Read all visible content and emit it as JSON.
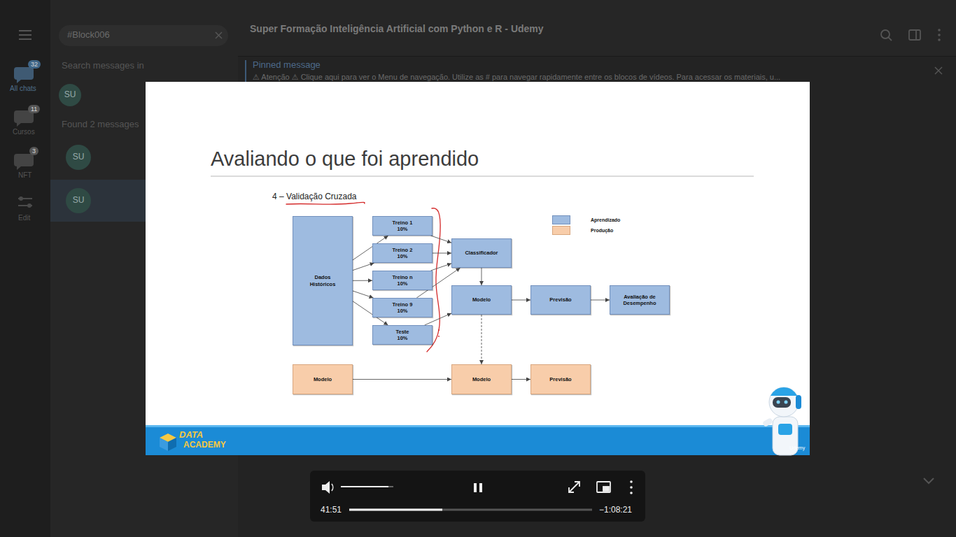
{
  "diagram": {
    "title": "Avaliando o que foi aprendido",
    "nodes": [
      {
        "text": [
          "Dados Históricos"
        ]
      },
      {
        "text": [
          "Treino 1 10%"
        ]
      },
      {
        "text": [
          "Treino 2 10%"
        ]
      },
      {
        "text": [
          "Treino n 10%"
        ]
      },
      {
        "text": [
          "Treino 9 10%"
        ]
      },
      {
        "text": [
          "Teste 10%"
        ]
      },
      {
        "text": [
          "Classificador"
        ]
      },
      {
        "text": [
          "Modelo"
        ]
      },
      {
        "text": [
          "Previsão"
        ]
      },
      {
        "text": [
          "Avaliação de Desempenho"
        ]
      },
      {
        "text": [
          "Modelo"
        ]
      },
      {
        "text": [
          "Modelo"
        ]
      },
      {
        "text": [
          "Previsão"
        ]
      }
    ],
    "edges": [
      {
        "from": 0,
        "to": 1,
        "arrow": "to"
      },
      {
        "from": 0,
        "to": 2,
        "arrow": "to"
      },
      {
        "from": 0,
        "to": 3,
        "arrow": "to"
      },
      {
        "from": 0,
        "to": 4,
        "arrow": "to"
      },
      {
        "from": 0,
        "to": 5,
        "arrow": "to"
      },
      {
        "from": 1,
        "to": 6,
        "arrow": "to"
      },
      {
        "from": 2,
        "to": 6,
        "arrow": "to"
      },
      {
        "from": 3,
        "to": 6,
        "arrow": "to"
      },
      {
        "from": 4,
        "to": 6,
        "arrow": "to"
      },
      {
        "from": 5,
        "to": 7,
        "arrow": "to"
      },
      {
        "from": 6,
        "to": 7,
        "arrow": "to"
      },
      {
        "from": 7,
        "to": 8,
        "arrow": "to"
      },
      {
        "from": 8,
        "to": 9,
        "arrow": "to"
      },
      {
        "from": 7,
        "to": 11,
        "arrow": "to"
      },
      {
        "from": 10,
        "to": 11,
        "arrow": "to"
      },
      {
        "from": 11,
        "to": 12,
        "arrow": "to"
      }
    ],
    "labels": [
      "4 – Validação Cruzada",
      "#Block006",
      "Search messages in",
      "Found 2 messages",
      "32",
      "All chats",
      "11",
      "Cursos",
      "3",
      "NFT",
      "Edit",
      "SU",
      "SU",
      "SU",
      "Super Formação Inteligência Artificial com Python e R - Udemy",
      "Pinned message",
      "⚠ Atenção ⚠ Clique aqui para ver o Menu de navegação. Utilize as # para navegar rapidamente entre os blocos de vídeos. Para acessar os materiais, u...",
      "DATA",
      "ACADEMY",
      "Udemy",
      "41:51",
      "−1:08:21"
    ],
    "legend": [
      {
        "text": "Aprendizado",
        "color": "#9ebbe0"
      },
      {
        "text": "Produção",
        "color": "#f8cdaa"
      }
    ]
  }
}
